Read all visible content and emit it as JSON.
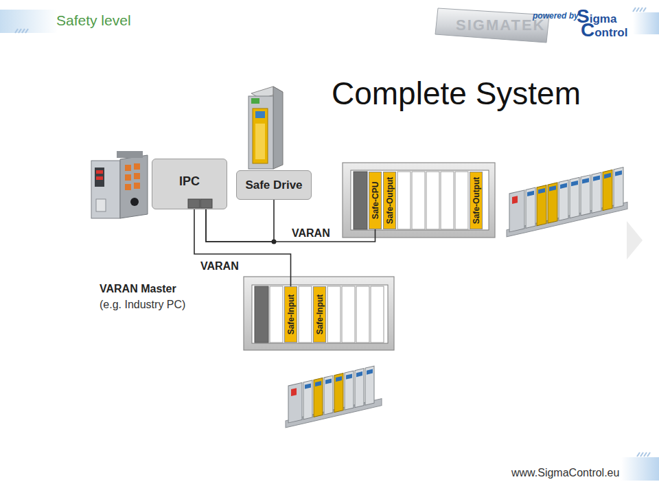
{
  "diagram": {
    "title": "Complete System",
    "nodes": [
      {
        "text": [
          "IPC"
        ]
      },
      {
        "text": [
          "Safe Drive"
        ]
      },
      {
        "text": [
          "Safe-CPU"
        ]
      },
      {
        "text": [
          "Safe-Output"
        ]
      },
      {
        "text": [
          "Safe-Output"
        ]
      },
      {
        "text": [
          "Safe-Input"
        ]
      },
      {
        "text": [
          "Safe-Input"
        ]
      }
    ],
    "edges": [
      {
        "from": 0,
        "to": 1,
        "arrow": "none"
      },
      {
        "from": 0,
        "to": 2,
        "label": "VARAN",
        "arrow": "none"
      },
      {
        "from": 0,
        "to": 5,
        "label": "VARAN",
        "arrow": "none"
      }
    ],
    "labels": [
      "Safety level",
      "SIGMATEK",
      "powered by",
      "Sigma",
      "Control",
      "VARAN Master",
      "(e.g. Industry PC)",
      "www.SigmaControl.eu"
    ]
  }
}
